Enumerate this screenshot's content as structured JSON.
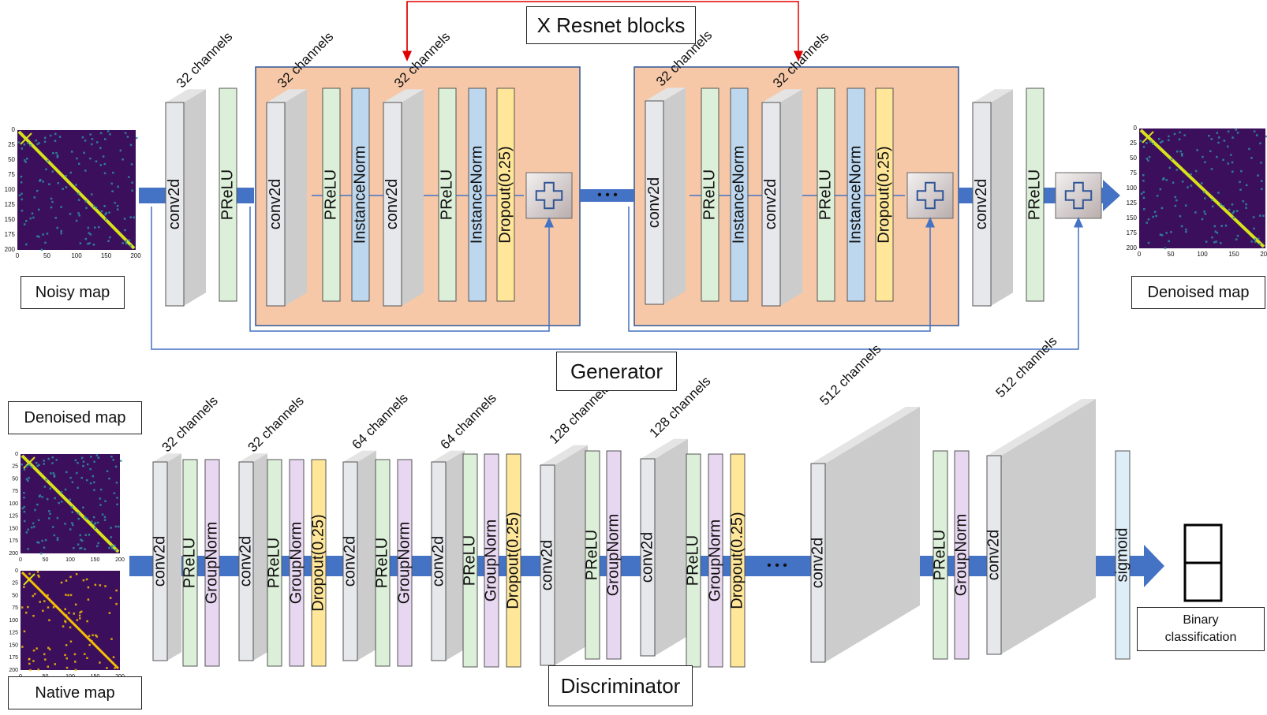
{
  "generator": {
    "title": "Generator",
    "resnet_label": "X Resnet blocks",
    "input_label": "Noisy map",
    "output_label": "Denoised  map",
    "layers": {
      "conv2d": "conv2d",
      "prelu": "PReLU",
      "instancenorm": "InstanceNorm",
      "dropout": "Dropout(0.25)"
    },
    "channel_labels": [
      "32 channels",
      "32 channels",
      "32 channels",
      "32 channels",
      "32 channels"
    ],
    "ellipsis": "• • •"
  },
  "discriminator": {
    "title": "Discriminator",
    "input_top_label": "Denoised  map",
    "input_bottom_label": "Native  map",
    "layers": {
      "conv2d": "conv2d",
      "prelu": "PReLU",
      "groupnorm": "GroupNorm",
      "dropout": "Dropout(0.25)",
      "sigmoid": "sigmoid"
    },
    "channel_labels": [
      "32 channels",
      "32 channels",
      "64 channels",
      "64 channels",
      "128 channels",
      "128 channels",
      "512 channels",
      "512 channels"
    ],
    "ellipsis": "• • •",
    "output_label_line1": "Binary",
    "output_label_line2": "classification"
  },
  "heatmap_axes": {
    "y_ticks": [
      "0",
      "25",
      "50",
      "75",
      "100",
      "125",
      "150",
      "175",
      "200"
    ],
    "x_ticks": [
      "0",
      "50",
      "100",
      "150",
      "200"
    ]
  },
  "colors": {
    "block_bg": "#f6c8a8",
    "block_border": "#2f5597",
    "arrow_blue": "#4472c4",
    "skip_line": "#4472c4",
    "red_arrow": "#e00000",
    "conv_face": "#e6e8ec",
    "conv_side": "#cccccc",
    "prelu": "#dcefd8",
    "instancenorm": "#bdd7ee",
    "groupnorm": "#e8d7f1",
    "dropout": "#ffe699",
    "sigmoid": "#deeef8",
    "heatmap_bg": "#3b0f5c",
    "heatmap_diag": "#d6e21a",
    "native_dot": "#f5c000"
  }
}
